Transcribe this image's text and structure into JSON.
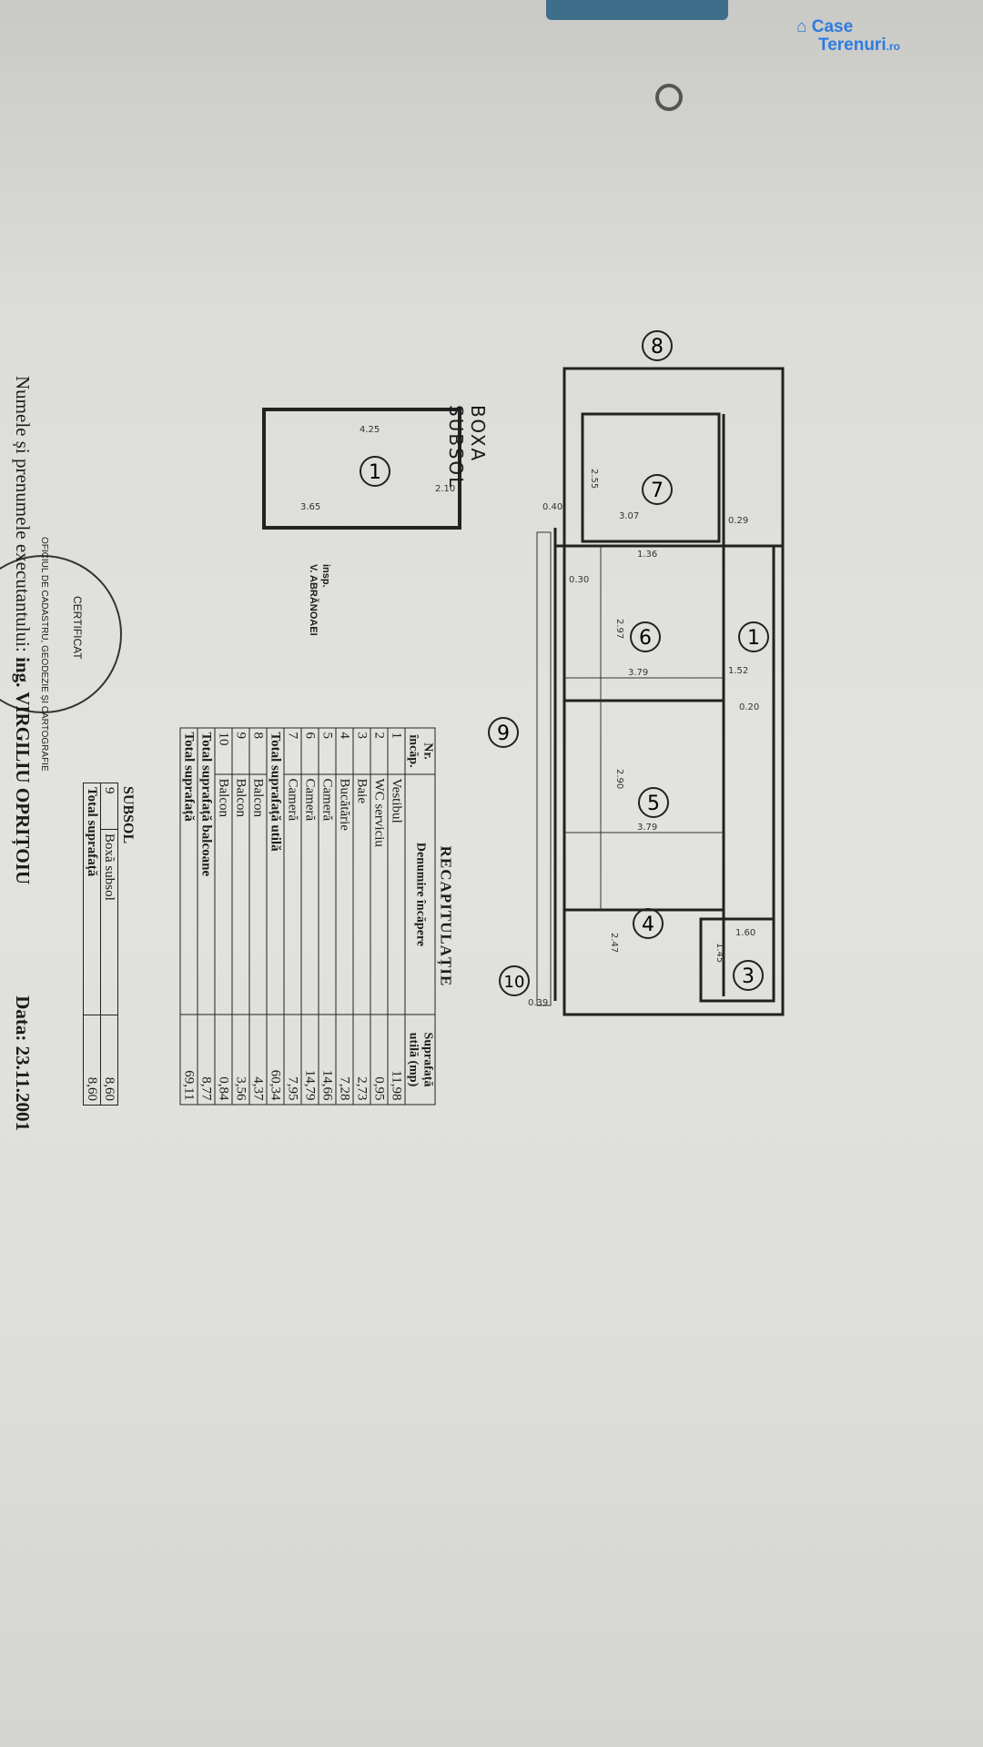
{
  "watermark": {
    "line1": "Case",
    "line2": "Terenuri",
    "suffix": ".ro"
  },
  "box_title": "BOXA SUBSOL",
  "box_room": {
    "number": "1",
    "dims": [
      "4.25",
      "3.65",
      "2.10"
    ]
  },
  "inspector": {
    "role": "insp.",
    "name": "V. ABRĂNOAEI"
  },
  "plan_rooms": [
    "1",
    "3",
    "4",
    "5",
    "6",
    "7",
    "8",
    "9",
    "10"
  ],
  "plan_dims": [
    "3.07",
    "1.36",
    "3.79",
    "3.79",
    "2.90",
    "2.97",
    "2.55",
    "1.52",
    "0.20",
    "0.30",
    "0.40",
    "0.29",
    "2.47",
    "1.60",
    "1.45",
    "0.39"
  ],
  "recap": {
    "title": "RECAPITULAȚIE",
    "headers": [
      "Nr. încăp.",
      "Denumire încăpere",
      "Suprafață utilă (mp)"
    ],
    "rows": [
      [
        "1",
        "Vestibul",
        "11,98"
      ],
      [
        "2",
        "WC serviciu",
        "0,95"
      ],
      [
        "3",
        "Baie",
        "2,73"
      ],
      [
        "4",
        "Bucătărie",
        "7,28"
      ],
      [
        "5",
        "Cameră",
        "14,66"
      ],
      [
        "6",
        "Cameră",
        "14,79"
      ],
      [
        "7",
        "Cameră",
        "7,95"
      ]
    ],
    "total_util": {
      "label": "Total suprafață utilă",
      "value": "60,34"
    },
    "balconies": [
      [
        "8",
        "Balcon",
        "4,37"
      ],
      [
        "9",
        "Balcon",
        "3,56"
      ],
      [
        "10",
        "Balcon",
        "0,84"
      ]
    ],
    "total_balc": {
      "label": "Total suprafață balcoane",
      "value": "8,77"
    },
    "total": {
      "label": "Total suprafață",
      "value": "69,11"
    }
  },
  "subsol": {
    "title": "SUBSOL",
    "row": [
      "9",
      "Boxă subsol",
      "8,60"
    ],
    "total": {
      "label": "Total suprafață",
      "value": "8,60"
    }
  },
  "footer": {
    "executant_label": "Numele și prenumele executantului:",
    "executant_name": "ing. VIRGILIU OPRIȚOIU",
    "date": "Data: 23.11.2001"
  },
  "stamp": {
    "text": "OFICIUL DE CADASTRU, GEODEZIE ȘI CARTOGRAFIE",
    "cert": "CERTIFICAT"
  }
}
